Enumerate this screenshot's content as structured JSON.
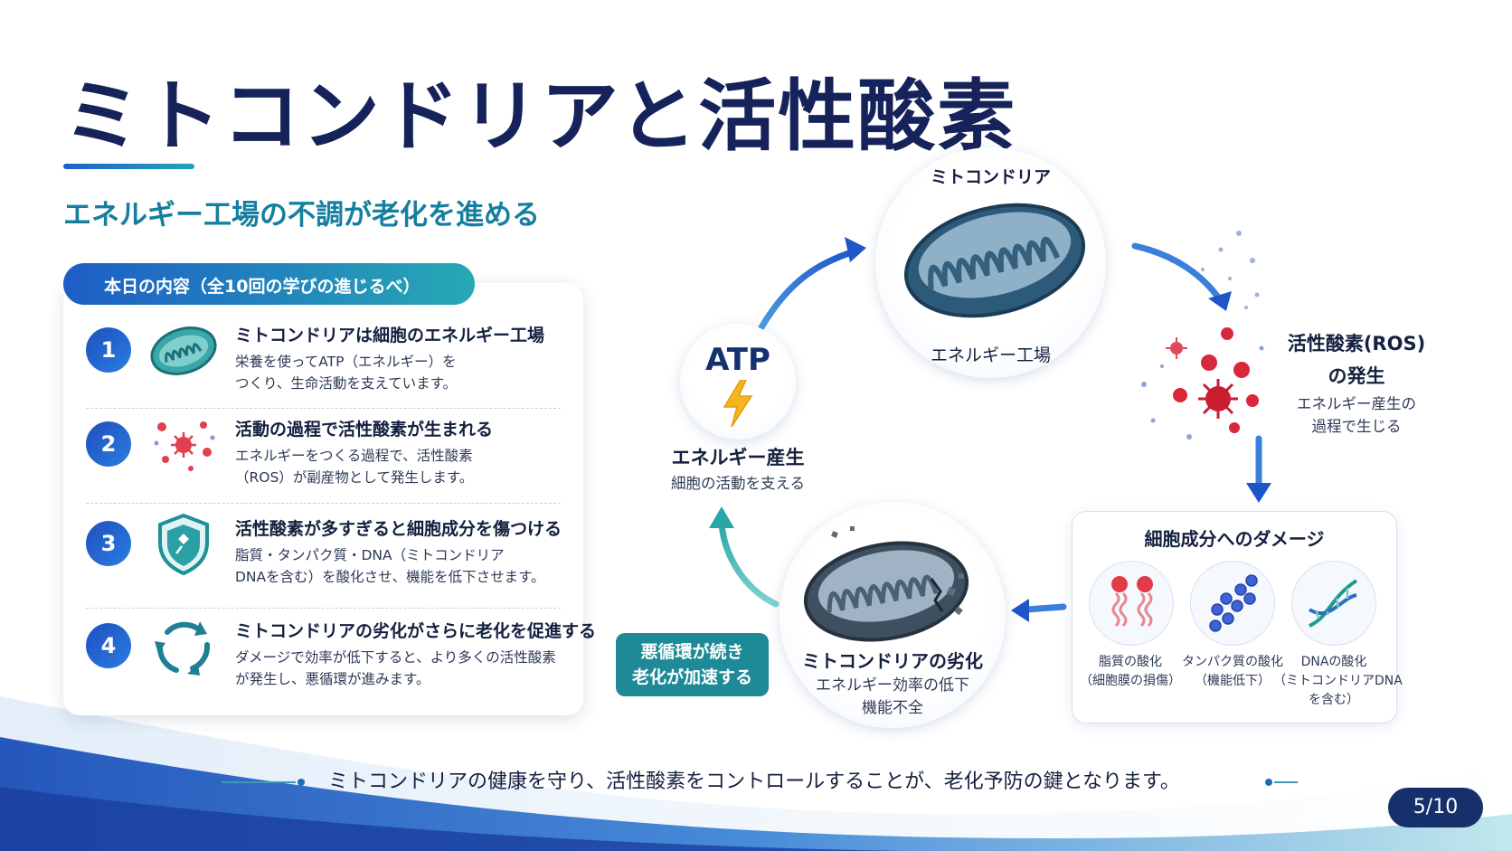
{
  "title": "ミトコンドリアと活性酸素",
  "subtitle": "エネルギー工場の不調が老化を進める",
  "agenda": {
    "tab_label": "本日の内容（全10回の学びの進じるべ）",
    "items": [
      {
        "number": "1",
        "icon": "mitochondria-icon",
        "heading": "ミトコンドリアは細胞のエネルギー工場",
        "line1": "栄養を使ってATP（エネルギー）を",
        "line2": "つくり、生命活動を支えています。"
      },
      {
        "number": "2",
        "icon": "ros-particles-icon",
        "heading": "活動の過程で活性酸素が生まれる",
        "line1": "エネルギーをつくる過程で、活性酸素",
        "line2": "（ROS）が副産物として発生します。"
      },
      {
        "number": "3",
        "icon": "shield-icon",
        "heading": "活性酸素が多すぎると細胞成分を傷つける",
        "line1": "脂質・タンパク質・DNA（ミトコンドリア",
        "line2": "DNAを含む）を酸化させ、機能を低下させます。"
      },
      {
        "number": "4",
        "icon": "cycle-arrows-icon",
        "heading": "ミトコンドリアの劣化がさらに老化を促進する",
        "line1": "ダメージで効率が低下すると、より多くの活性酸素",
        "line2": "が発生し、悪循環が進みます。"
      }
    ]
  },
  "diagram": {
    "mito_top": {
      "label_top": "ミトコンドリア",
      "label_bottom": "エネルギー工場"
    },
    "atp": {
      "badge": "ATP",
      "label": "エネルギー産生",
      "sublabel": "細胞の活動を支える"
    },
    "ros": {
      "label1": "活性酸素(ROS)",
      "label2": "の発生",
      "sub1": "エネルギー産生の",
      "sub2": "過程で生じる"
    },
    "damage": {
      "title": "細胞成分へのダメージ",
      "items": [
        {
          "icon": "lipid-icon",
          "line1": "脂質の酸化",
          "line2": "（細胞膜の損傷）",
          "line3": ""
        },
        {
          "icon": "protein-icon",
          "line1": "タンパク質の酸化",
          "line2": "（機能低下）",
          "line3": ""
        },
        {
          "icon": "dna-icon",
          "line1": "DNAの酸化",
          "line2": "（ミトコンドリアDNA",
          "line3": "を含む）"
        }
      ]
    },
    "mito_damaged": {
      "label": "ミトコンドリアの劣化",
      "sub1": "エネルギー効率の低下",
      "sub2": "機能不全"
    },
    "vicious": {
      "line1": "悪循環が続き",
      "line2": "老化が加速する"
    }
  },
  "footer": "ミトコンドリアの健康を守り、活性酸素をコントロールすることが、老化予防の鍵となります。",
  "page_number": "5/10",
  "colors": {
    "navy": "#16235a",
    "teal": "#167fa0",
    "blue": "#1f5fcf",
    "ros_red": "#d8283a"
  }
}
